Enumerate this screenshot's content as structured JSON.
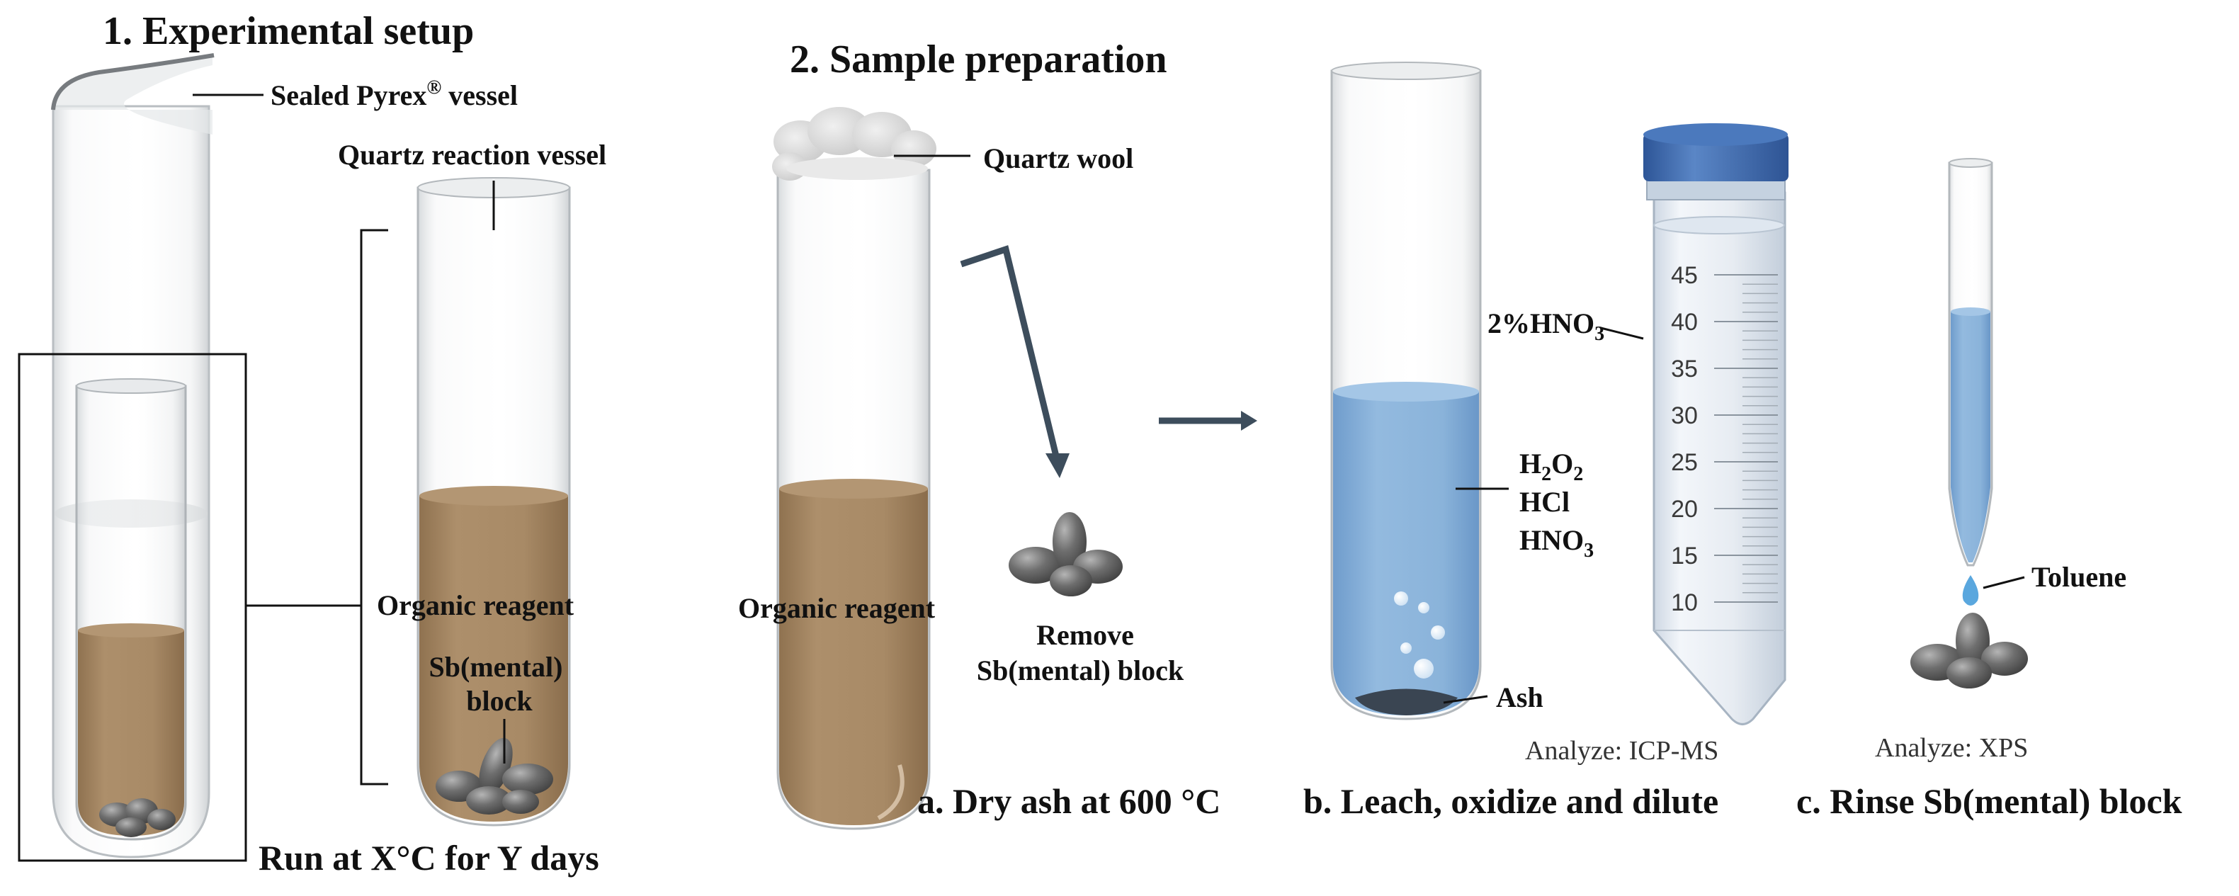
{
  "setup": {
    "title": "1. Experimental setup",
    "pyrex_label": "Sealed Pyrex",
    "pyrex_sup": "®",
    "pyrex_label_end": " vessel",
    "quartz_label": "Quartz reaction vessel",
    "organic_label": "Organic reagent",
    "block_label_1": "Sb(mental)",
    "block_label_2": "block",
    "run_caption": "Run at X°C for Y days"
  },
  "prep": {
    "title": "2. Sample preparation",
    "wool_label": "Quartz wool",
    "organic_label": "Organic reagent",
    "remove_label_1": "Remove",
    "remove_label_2": "Sb(mental) block",
    "step_a": "a. Dry ash at 600 °C",
    "reagent_1_base": "H",
    "reagent_1_sub1": "2",
    "reagent_1_mid": "O",
    "reagent_1_sub2": "2",
    "reagent_2": "HCl",
    "reagent_3_base": "HNO",
    "reagent_3_sub": "3",
    "ash_label": "Ash",
    "hno3_prefix": "2%HNO",
    "hno3_sub": "3",
    "analyze_icp": "Analyze: ICP-MS",
    "step_b": "b. Leach, oxidize and dilute",
    "toluene_label": "Toluene",
    "analyze_xps": "Analyze: XPS",
    "step_c": "c. Rinse Sb(mental) block"
  },
  "tube_scale": [
    "45",
    "40",
    "35",
    "30",
    "25",
    "20",
    "15",
    "10"
  ],
  "colors": {
    "reagent_brown": "#a88a66",
    "liquid_blue": "#8db4dc",
    "cap_blue": "#3f6fb3",
    "arrow": "#3d4d5c",
    "block_gray": "#6b6b6b"
  }
}
